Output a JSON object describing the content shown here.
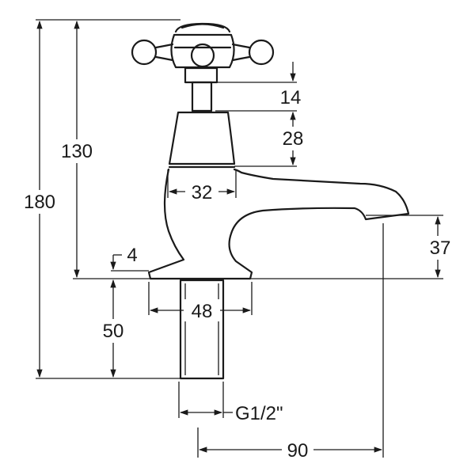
{
  "diagram": {
    "type": "technical-drawing",
    "subject": "tap",
    "line_color": "#1a1a1a",
    "background": "#ffffff",
    "dimensions": {
      "overall_height": "180",
      "height_to_base": "130",
      "head_collar": "14",
      "body_height": "28",
      "body_width": "32",
      "spout_clearance": "37",
      "base_step": "4",
      "shank_width": "48",
      "shank_length": "50",
      "thread_size": "G1/2\"",
      "projection": "90"
    }
  }
}
